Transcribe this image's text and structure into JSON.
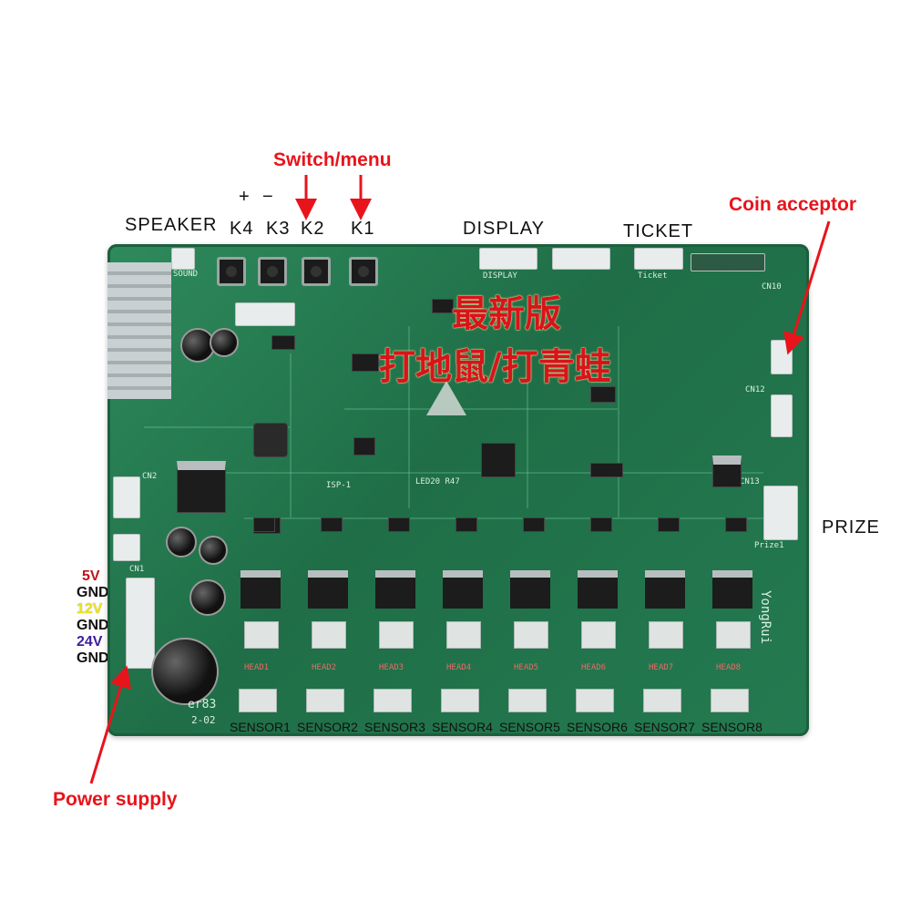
{
  "board": {
    "stamp_line1": "最新版",
    "stamp_line2": "打地鼠/打青蛙",
    "brand_silk": "YongRui",
    "revision_silk": "er83",
    "date_silk": "2-02"
  },
  "annotations": {
    "switch_menu": "Switch/menu",
    "coin_acceptor": "Coin acceptor",
    "power_supply": "Power supply",
    "annotation_color": "#e8141b"
  },
  "top_labels": {
    "speaker": "SPEAKER",
    "plus": "+",
    "minus": "−",
    "k4": "K4",
    "k3": "K3",
    "k2": "K2",
    "k1": "K1",
    "display": "DISPLAY",
    "ticket": "TICKET"
  },
  "side_labels": {
    "prize": "PRIZE"
  },
  "power_pins": [
    {
      "label": "5V",
      "color": "#c0141b"
    },
    {
      "label": "GND",
      "color": "#111111"
    },
    {
      "label": "12V",
      "color": "#f1e417"
    },
    {
      "label": "GND",
      "color": "#111111"
    },
    {
      "label": "24V",
      "color": "#3a1f9c"
    },
    {
      "label": "GND",
      "color": "#111111"
    }
  ],
  "sensors": [
    "SENSOR1",
    "SENSOR2",
    "SENSOR3",
    "SENSOR4",
    "SENSOR5",
    "SENSOR6",
    "SENSOR7",
    "SENSOR8"
  ],
  "heads": [
    "HEAD1",
    "HEAD2",
    "HEAD3",
    "HEAD4",
    "HEAD5",
    "HEAD6",
    "HEAD7",
    "HEAD8"
  ],
  "silk": {
    "sound": "SOUND",
    "display": "DISPLAY",
    "ticket": "Ticket",
    "cn2": "CN2",
    "cn1": "CN1",
    "cn10": "CN10",
    "cn12": "CN12",
    "cn13": "CN13",
    "prize1": "Prize1",
    "isp": "ISP-1",
    "led": "LED20 R47"
  }
}
